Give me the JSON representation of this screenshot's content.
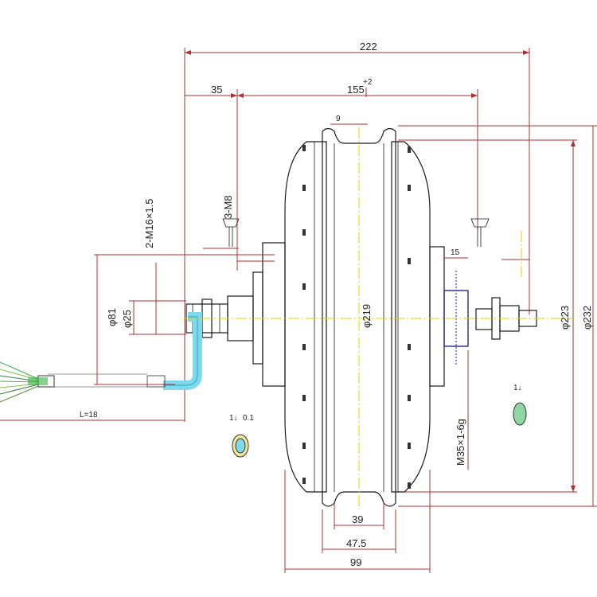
{
  "drawing": {
    "dimensions": {
      "overall_width": "222",
      "flange_spacing": "155",
      "flange_tolerance": "+2",
      "axle_offset": "35",
      "rim_gap": "9",
      "thread_spec": "2-M16×1.5",
      "mount_holes": "3-M8",
      "dia_81": "φ81",
      "dia_25": "φ25",
      "dia_219": "φ219",
      "dia_223": "φ223",
      "dia_232": "φ232",
      "bearing_width": "15",
      "freewheel_thread": "M35×1-6g",
      "rim_39": "39",
      "rim_47_5": "47.5",
      "shell_99": "99",
      "cable_length": "L=18",
      "flat_left": "1↓",
      "flat_left_b": "0.1",
      "flat_right": "1↓"
    }
  }
}
